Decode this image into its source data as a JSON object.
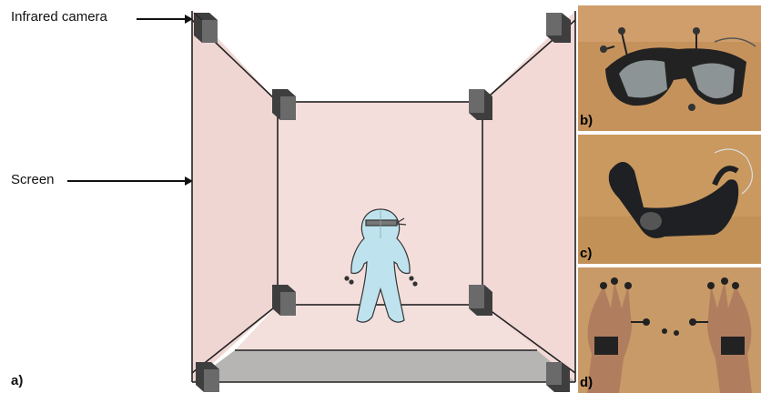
{
  "annotations": {
    "camera_label": "Infrared camera",
    "screen_label": "Screen"
  },
  "panels": {
    "a": "a)",
    "b": "b)",
    "c": "c)",
    "d": "d)"
  },
  "colors": {
    "wall": "#f2d9d6",
    "wall_back": "#f4dedb",
    "floor": "#b7b5b3",
    "camera": "#4a4a4a",
    "figure": "#bfe3ee",
    "photo_bg": "#c99a63"
  },
  "icons": [
    "infrared-camera-icon",
    "arrow-icon",
    "user-figure-icon",
    "glasses-photo",
    "joystick-photo",
    "hand-markers-photo"
  ]
}
